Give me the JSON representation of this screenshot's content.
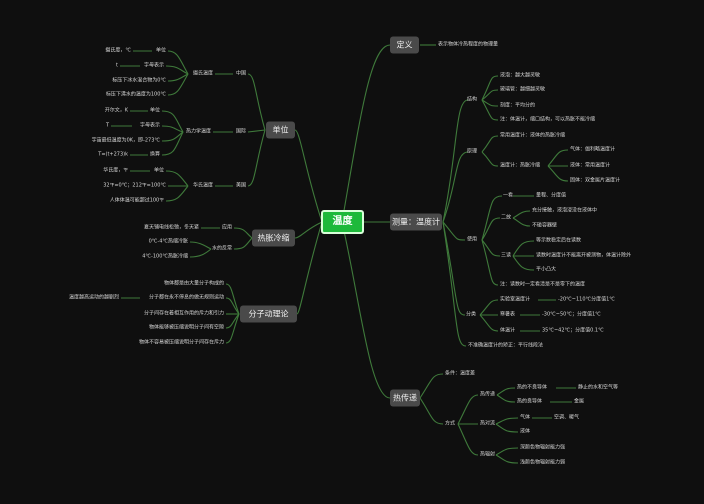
{
  "center": "温度",
  "main": {
    "def": "定义",
    "unit": "单位",
    "expand": "热胀冷缩",
    "mol": "分子动理论",
    "measure": "测量：温度计",
    "heat": "热传递"
  },
  "def_text": "表示物体冷热程度的物理量",
  "unit": {
    "cn": "中国",
    "intl": "国际",
    "us": "美国",
    "celsius": "摄氏温度",
    "kelvin": "热力学温度",
    "fahr": "华氏温度",
    "c_name": "摄氏度，℃",
    "c_unit": "单位",
    "c_t": "t",
    "c_sym": "字母表示",
    "c_0": "标压下冰水混合物为0℃",
    "c_100": "标压下沸水的温度为100℃",
    "k_name": "开尔文，K",
    "k_unit": "单位",
    "k_t": "T",
    "k_sym": "字母表示",
    "k_zero": "宇宙最低温度为0K，即-273℃",
    "k_conv": "T=(t+273)k",
    "k_conv_lbl": "换算",
    "f_name": "华氏度，℉",
    "f_unit": "单位",
    "f_range": "32℉=0℃；212℉=100℃",
    "f_body": "人体体温可能超过100℉"
  },
  "expand": {
    "app": "应用",
    "app_text": "夏天铺电线松弛，冬天紧",
    "water": "水的反常",
    "w1": "0℃-4℃热缩冷胀",
    "w2": "4℃-100℃热胀冷缩"
  },
  "mol": {
    "m1": "物体都是由大量分子构成的",
    "m2": "分子都在永不停息的做无规则运动",
    "m2a": "温度越高运动的越剧烈",
    "m3": "分子间存在着相互作用的斥力和引力",
    "m4": "物体能够被压缩说明分子间有空隙",
    "m5": "物体不容易被压缩说明分子间存在斥力"
  },
  "measure": {
    "struct": "结构",
    "s1": "液泡：越大越灵敏",
    "s2": "玻璃管：越细越灵敏",
    "s3": "刻度：平均分的",
    "s4": "注：体温计，缩口结构，可以热胀不能冷缩",
    "principle": "原理",
    "p1": "常用温度计：液体的热胀冷缩",
    "p2": "温度计：热胀冷缩",
    "p2a": "气体：伽利略温度计",
    "p2b": "液体：常用温度计",
    "p2c": "固体：双金属片温度计",
    "use": "使用",
    "u1": "一看",
    "u1a": "量程、分度值",
    "u2": "二放",
    "u2a": "充分接触，液泡浸没在液体中",
    "u2b": "不碰容器壁",
    "u3": "三读",
    "u3a": "等示数稳定后在读数",
    "u3b": "读数时温度计不能离开被测物，体温计除外",
    "u3c": "平小凸大",
    "u4": "注：读数时一定看清是不是零下的温度",
    "cls": "分类",
    "c1": "实验室温度计",
    "c1a": "-20℃~110℃分度值1℃",
    "c2": "寒暑表",
    "c2a": "-30℃~50℃；分度值1℃",
    "c3": "体温计",
    "c3a": "35℃~42℃；分度值0.1℃",
    "note": "不准确温度计的矫正：平行线段法"
  },
  "heat": {
    "cond": "条件：温度差",
    "way": "方式",
    "conduct": "热传递",
    "cd1": "热的不良导体",
    "cd1a": "静止的水和空气等",
    "cd2": "热的良导体",
    "cd2a": "金属",
    "conv": "热对流",
    "cv1": "气体",
    "cv1a": "空调、暖气",
    "cv2": "液体",
    "rad": "热辐射",
    "r1": "深颜色物辐射能力强",
    "r2": "浅颜色物辐射能力弱"
  }
}
